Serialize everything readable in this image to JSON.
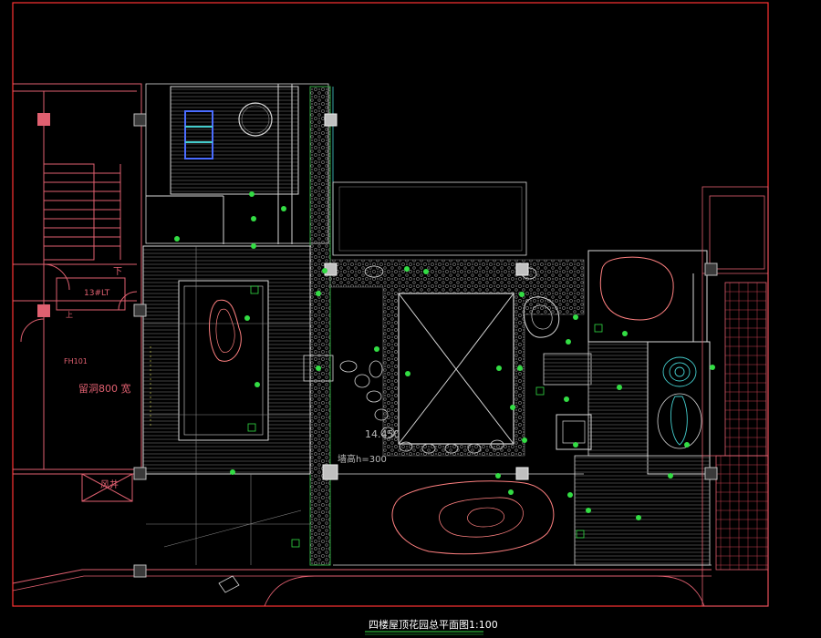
{
  "drawing": {
    "title": "四楼屋顶花园总平面图1:100",
    "colors": {
      "background": "#000000",
      "frame_red": "#ff3333",
      "wall_pink": "#e06070",
      "structure_white": "#d8d8d8",
      "hatch_grey": "#6a6a6a",
      "planting_green": "#33dd44",
      "path_cyan": "#44cccc",
      "contour_pink": "#ff8080",
      "furniture_blue": "#4a6cff",
      "column_grey": "#9a9a9a",
      "title_underline": "#33dd44",
      "label_yellow": "#e8e855"
    }
  },
  "labels": {
    "stair_down": "下",
    "elevator": "13#LT",
    "fire_hydrant": "FH101",
    "reserved_hole": "留洞800 宽",
    "shaft": "风井",
    "elevation": "14.450",
    "wall_height": "墙高h=300",
    "up_label": "上"
  }
}
